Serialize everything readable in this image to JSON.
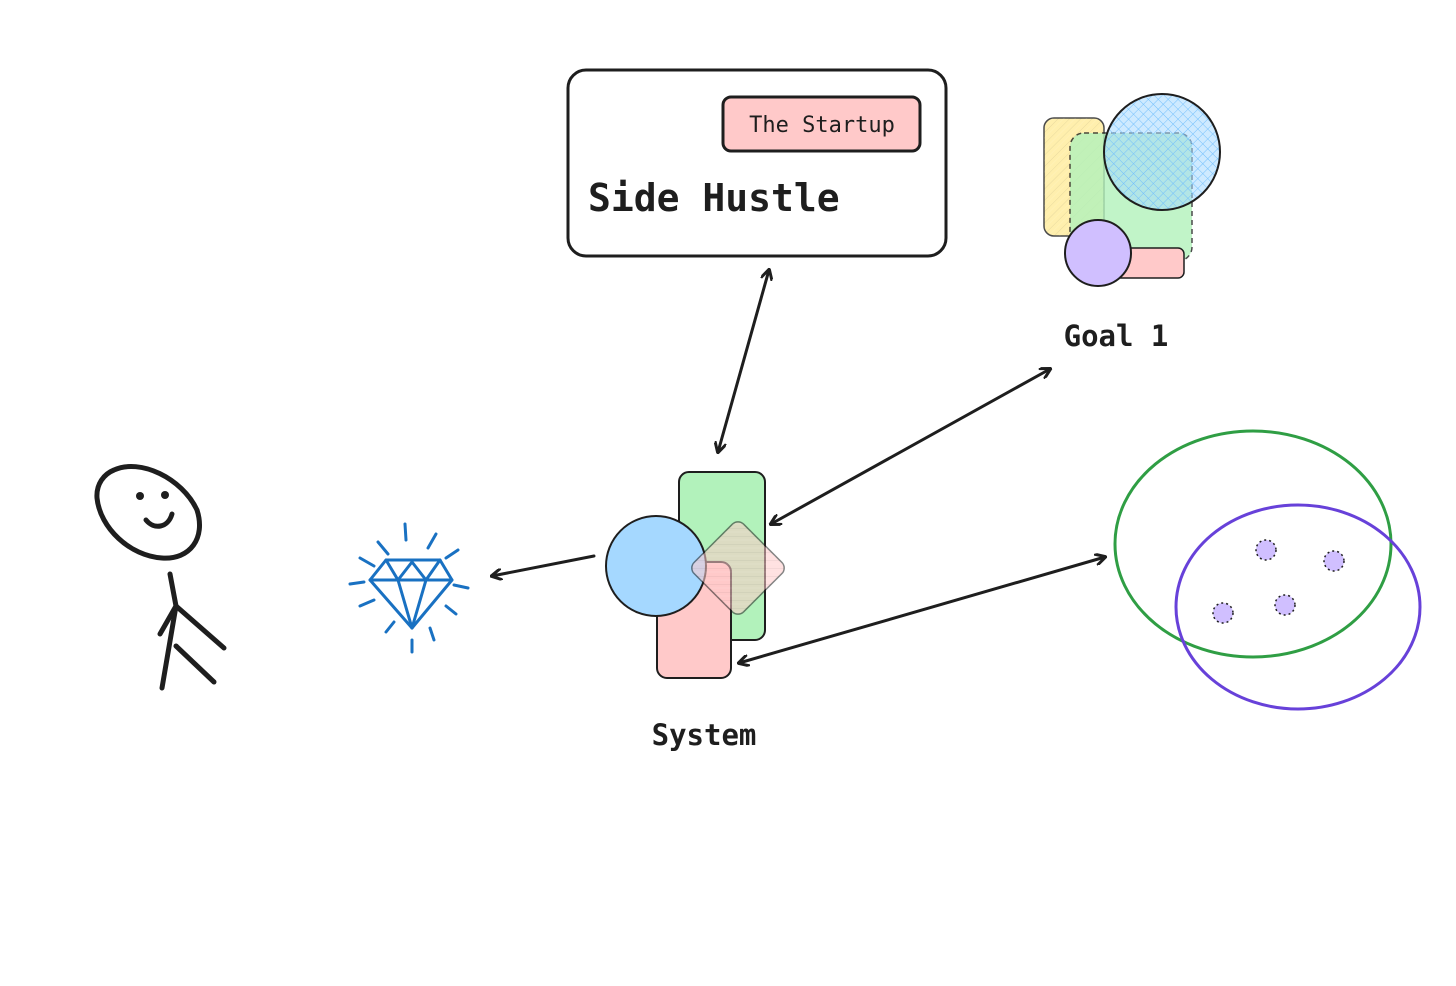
{
  "side_hustle": {
    "title": "Side Hustle",
    "tag": "The Startup"
  },
  "goal": {
    "label": "Goal 1"
  },
  "system": {
    "label": "System"
  },
  "colors": {
    "ink": "#1e1e1e",
    "startup_fill": "#ffc9c9",
    "green": "#b2f2bb",
    "blue": "#a5d8ff",
    "pink": "#ffc9c9",
    "yellow": "#ffec99",
    "violet": "#d0bfff",
    "diamond": "#1971c2",
    "ellipse_green": "#2f9e44",
    "ellipse_violet": "#6741d9"
  },
  "icons": [
    "stick-figure-icon",
    "diamond-icon"
  ]
}
